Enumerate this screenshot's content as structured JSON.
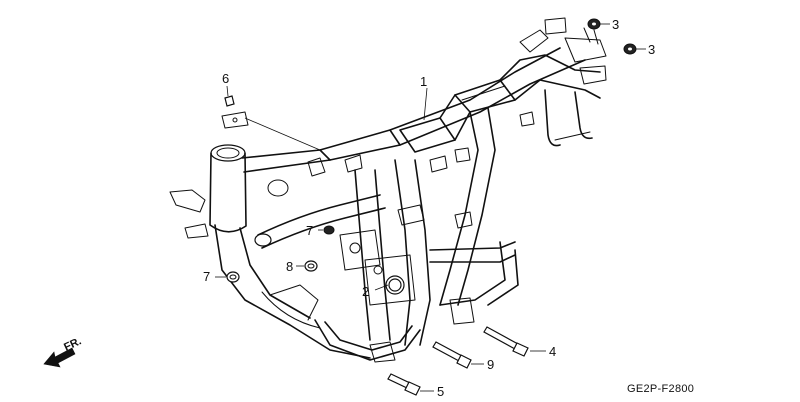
{
  "diagram": {
    "part_code": "GE2P-F2800",
    "direction_label": "FR.",
    "callouts": {
      "frame": "1",
      "bolt_center": "2",
      "nut_top_a": "3",
      "nut_top_b": "3",
      "bolt_long_right": "4",
      "bolt_bottom": "5",
      "screw_head": "6",
      "nut_mid": "7",
      "nut_left": "7",
      "nut_small": "8",
      "bolt_mid": "9"
    }
  }
}
